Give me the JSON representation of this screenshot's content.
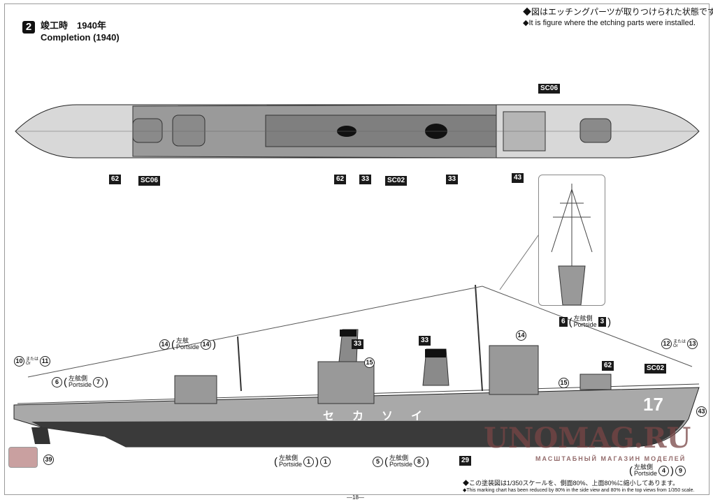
{
  "header": {
    "step": "2",
    "title_jp": "竣工時　1940年",
    "title_en": "Completion (1940)"
  },
  "notes_top": [
    "◆図はエッチングパーツが取りつけられた状態です。",
    "◆It is figure where the etching parts were installed."
  ],
  "notes_bottom": [
    "◆この塗装図は1/350スケールを、側面80%、上面80%に縮小してあります。",
    "◆This marking chart has been reduced by 80% in the side view and 80% in the top views from 1/350 scale."
  ],
  "top_view_labels": [
    "62",
    "SC06",
    "62",
    "33",
    "SC02",
    "33",
    "43",
    "SC06"
  ],
  "side_view": {
    "labels_square": [
      "33",
      "33",
      "62",
      "SC02",
      "29"
    ],
    "labels_circle": [
      "14",
      "15",
      "15",
      "43",
      "39"
    ],
    "hull_name": "セカソイ",
    "hull_number": "17",
    "callouts": {
      "c10": {
        "a": "10",
        "or_jp": "または",
        "or_en": "Or",
        "b": "11"
      },
      "c12": {
        "a": "12",
        "or_jp": "または",
        "or_en": "Or",
        "b": "13"
      },
      "c6": {
        "a": "6",
        "jp": "左舷側",
        "en": "Portside",
        "b": "7"
      },
      "c14": {
        "a": "14",
        "jp": "左舷",
        "en": "Portside",
        "b": "14"
      },
      "c6b": {
        "a": "6",
        "jp": "左舷側",
        "en": "Portside",
        "b": "3"
      },
      "c1": {
        "jp": "左舷側",
        "en": "Portside",
        "a": "1",
        "b": "1"
      },
      "c5": {
        "a": "5",
        "jp": "左舷側",
        "en": "Portside",
        "b": "8"
      },
      "c4": {
        "jp": "左舷側",
        "en": "Portside",
        "a": "4",
        "b": "9"
      }
    }
  },
  "watermark": {
    "main": "UNOMAG.RU",
    "sub": "МАСШТАБНЫЙ МАГАЗИН МОДЕЛЕЙ"
  },
  "page_number": "—18—",
  "colors": {
    "hull_gray": "#a9a9a9",
    "deck_gray": "#8f8f8f",
    "waterline": "#3a3a3a",
    "watermark": "#7a4646"
  }
}
